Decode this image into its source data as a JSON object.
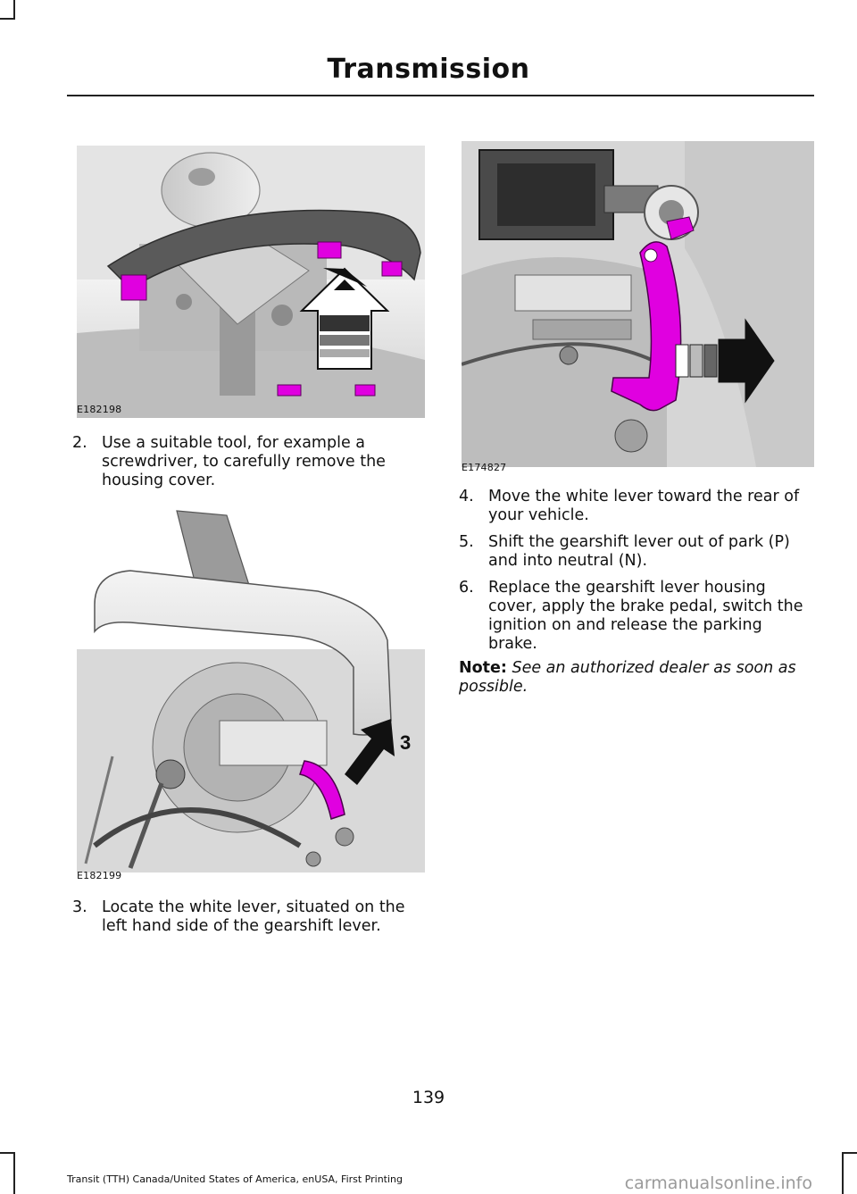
{
  "header": {
    "title": "Transmission"
  },
  "figures": {
    "fig1": {
      "code": "E182198"
    },
    "fig2": {
      "code": "E182199",
      "callout": "3"
    },
    "fig3": {
      "code": "E174827"
    }
  },
  "steps": [
    {
      "num": "2.",
      "text": "Use a suitable tool, for example a screwdriver, to carefully remove the housing cover."
    },
    {
      "num": "3.",
      "text": "Locate the white lever, situated on the left hand side of the gearshift lever."
    },
    {
      "num": "4.",
      "text": "Move the white lever toward the rear of your vehicle."
    },
    {
      "num": "5.",
      "text": "Shift the gearshift lever out of park (P) and into neutral (N)."
    },
    {
      "num": "6.",
      "text": "Replace the gearshift lever housing cover, apply the brake pedal, switch the ignition on and release the parking brake."
    }
  ],
  "note": {
    "label": "Note:",
    "text": " See an authorized dealer as soon as possible."
  },
  "page_number": "139",
  "footer": "Transit (TTH) Canada/United States of America, enUSA, First Printing",
  "watermark": "carmanualsonline.info",
  "colors": {
    "highlight": "#e000e0",
    "arrow": "#111111"
  }
}
